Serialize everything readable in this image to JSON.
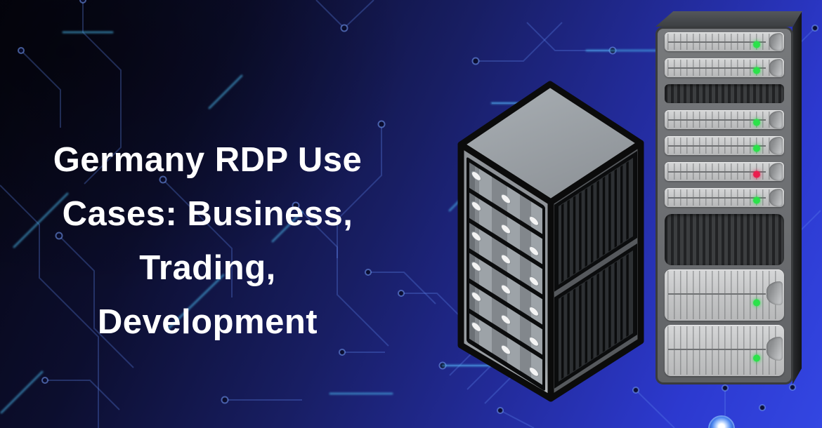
{
  "banner": {
    "title_full": "Germany RDP Use Cases: Business, Trading, Development",
    "title_lines": [
      "Germany RDP Use",
      "Cases: Business,",
      "Trading,",
      "Development"
    ]
  },
  "colors": {
    "background_dark": "#06060d",
    "background_mid": "#1b2170",
    "background_bright": "#3346e2",
    "circuit_trace": "#3f62d8",
    "circuit_glow": "#4fc3f7",
    "title_text": "#ffffff",
    "led_green": "#2be24a",
    "led_red": "#ea1e4e"
  },
  "flat_rack": {
    "description": "front-view server rack with status LEDs",
    "slots": [
      {
        "type": "drive",
        "led": "green"
      },
      {
        "type": "drive",
        "led": "green"
      },
      {
        "type": "vent"
      },
      {
        "type": "drive",
        "led": "green"
      },
      {
        "type": "drive",
        "led": "green"
      },
      {
        "type": "drive",
        "led": "red"
      },
      {
        "type": "drive",
        "led": "green"
      },
      {
        "type": "vent-large"
      },
      {
        "type": "drive-large",
        "led": "green"
      },
      {
        "type": "drive-large",
        "led": "green"
      }
    ]
  },
  "iso_rack": {
    "description": "isometric server tower with screw-front panels",
    "front_rows": 6,
    "screws_per_row": 3,
    "side_ribs_per_panel": 12
  }
}
